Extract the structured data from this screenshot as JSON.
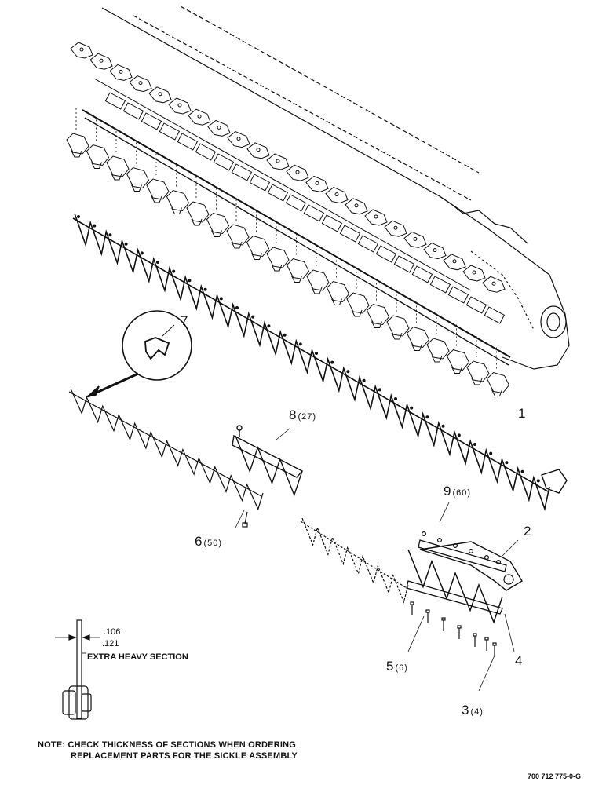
{
  "callouts": [
    {
      "id": "1",
      "qty": ""
    },
    {
      "id": "2",
      "qty": ""
    },
    {
      "id": "3",
      "qty": "(4)"
    },
    {
      "id": "4",
      "qty": ""
    },
    {
      "id": "5",
      "qty": "(6)"
    },
    {
      "id": "6",
      "qty": "(50)"
    },
    {
      "id": "7",
      "qty": ""
    },
    {
      "id": "8",
      "qty": "(27)"
    },
    {
      "id": "9",
      "qty": "(60)"
    }
  ],
  "section_detail": {
    "dim_min": ".106",
    "dim_max": ".121",
    "label": "EXTRA HEAVY SECTION"
  },
  "note": {
    "line1": "NOTE: CHECK THICKNESS OF SECTIONS WHEN ORDERING",
    "line2": "REPLACEMENT PARTS FOR THE SICKLE ASSEMBLY"
  },
  "drawing_code": "700 712 775-0-G",
  "colors": {
    "ink": "#111111",
    "paper": "#ffffff"
  }
}
